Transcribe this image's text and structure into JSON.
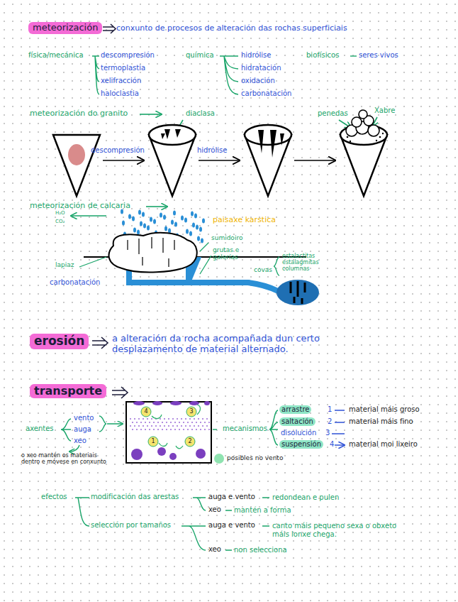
{
  "diagram": {
    "nodes": [
      {
        "text": [
          "meteorización"
        ]
      },
      {
        "text": [
          "erosión"
        ]
      },
      {
        "text": [
          "transporte"
        ]
      },
      {
        "text": [
          "arrastre"
        ]
      },
      {
        "text": [
          "saltación"
        ]
      },
      {
        "text": [
          "suspensión"
        ]
      }
    ],
    "labels": [
      "conxunto de procesos de alteración das rochas superficiais",
      "física/mecánica",
      "descompresión",
      "termoplastia",
      "xelifracción",
      "haloclastia",
      "química",
      "hidrólise",
      "hidratación",
      "oxidación",
      "carbonatación",
      "biofísicos",
      "seres vivos",
      "meteorización do granito",
      "diaclasa",
      "penedas",
      "Xabre",
      "descompresión",
      "hidrólise",
      "meteorización de calcaria",
      "H₂O",
      "CO₂",
      "paisaxe karstica",
      "sumidoiro",
      "grutas e galerías",
      "covas",
      "estalactitas estalagmitas columnas",
      "lapiaz",
      "carbonatación",
      "a alteración da rocha acompañada dun certo desplazamento de material alternado.",
      "axentes",
      "vento",
      "auga",
      "xeo",
      "o xeo mantén os materiais dentro e móvese en conxunto",
      "mecanismos",
      "disolución",
      "1",
      "material máis groso",
      "2",
      "material máis fino",
      "3",
      "4",
      "material moi lixeiro",
      "4",
      "3",
      "1",
      "2",
      "posibles no vento",
      "efectos",
      "modificación das arestas",
      "auga e vento",
      "redondean e pulen",
      "xeo",
      "mantén a forma",
      "selección por tamaños",
      "auga e vento",
      "canto máis pequeno sexa o obxeto máis lonxe chega.",
      "xeo",
      "non selecciona"
    ]
  }
}
